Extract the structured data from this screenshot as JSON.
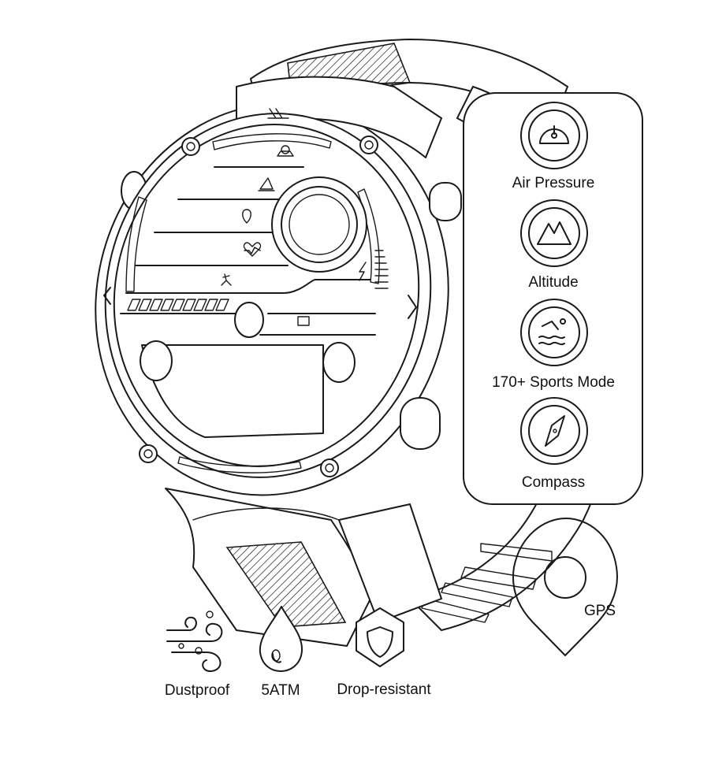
{
  "features": [
    {
      "id": "air-pressure",
      "label": "Air Pressure",
      "icon": "gauge-icon"
    },
    {
      "id": "altitude",
      "label": "Altitude",
      "icon": "mountain-icon"
    },
    {
      "id": "sports",
      "label": "170+ Sports Mode",
      "icon": "swimmer-icon"
    },
    {
      "id": "compass",
      "label": "Compass",
      "icon": "compass-icon"
    }
  ],
  "gps": {
    "label": "GPS",
    "icon": "location-pin-icon"
  },
  "bottom_features": [
    {
      "id": "dustproof",
      "label": "Dustproof",
      "icon": "wind-dust-icon"
    },
    {
      "id": "water",
      "label": "5ATM",
      "icon": "water-drop-icon"
    },
    {
      "id": "drop",
      "label": "Drop-resistant",
      "icon": "shield-icon"
    }
  ],
  "screen_icons": [
    "weather-icon",
    "altitude-icon",
    "location-icon",
    "heart-rate-icon",
    "runner-icon",
    "battery-icon",
    "charging-icon"
  ],
  "colors": {
    "line": "#1a1a1a",
    "background": "#ffffff"
  }
}
